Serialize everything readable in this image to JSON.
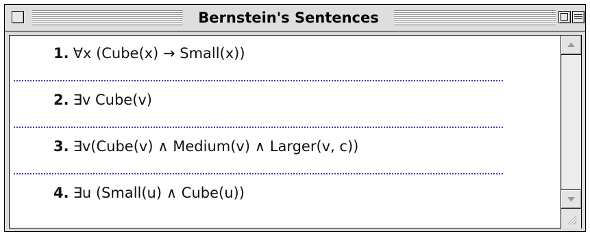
{
  "window": {
    "title": "Bernstein's Sentences"
  },
  "sentences": [
    {
      "number": "1.",
      "formula": "∀x (Cube(x) → Small(x))"
    },
    {
      "number": "2.",
      "formula": "∃v Cube(v)"
    },
    {
      "number": "3.",
      "formula": "∃v(Cube(v) ∧ Medium(v) ∧ Larger(v, c))"
    },
    {
      "number": "4.",
      "formula": "∃u (Small(u) ∧ Cube(u))"
    }
  ],
  "icons": {
    "close": "close-box-icon",
    "zoom": "zoom-box-icon",
    "collapse": "collapse-box-icon",
    "scroll_up": "arrow-up-icon",
    "scroll_down": "arrow-down-icon",
    "grow": "resize-grip-icon"
  },
  "colors": {
    "separator": "#3b3bb5",
    "window_frame": "#dcdcdc"
  }
}
